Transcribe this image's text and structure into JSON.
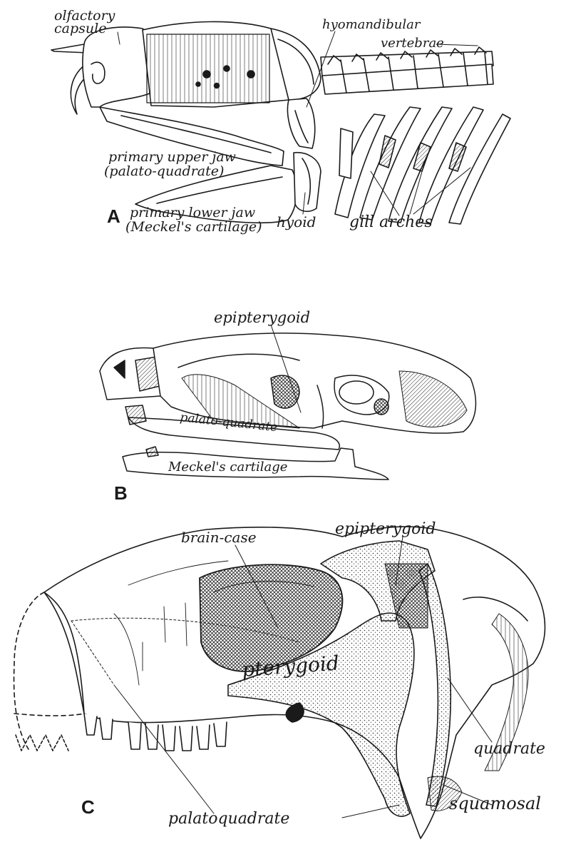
{
  "panels": {
    "a": {
      "letter": "A",
      "labels": {
        "olfactory_line1": "olfactory",
        "olfactory_line2": "capsule",
        "hyomandibular": "hyomandibular",
        "vertebrae": "vertebrae",
        "upper_jaw_line1": "primary upper jaw",
        "upper_jaw_line2": "(palato-quadrate)",
        "lower_jaw_line1": "primary lower jaw",
        "lower_jaw_line2": "(Meckel's cartilage)",
        "hyoid": "hyoid",
        "gill_arches": "gill arches"
      }
    },
    "b": {
      "letter": "B",
      "labels": {
        "epipterygoid": "epipterygoid",
        "palato_quadrate": "palato-quadrate",
        "meckels": "Meckel's cartilage"
      }
    },
    "c": {
      "letter": "C",
      "labels": {
        "brain_case": "brain-case",
        "epipterygoid": "epipterygoid",
        "pterygoid": "pterygoid",
        "quadrate": "quadrate",
        "squamosal": "squamosal",
        "palatoquadrate": "palatoquadrate"
      }
    }
  },
  "colors": {
    "ink": "#1a1a1a",
    "paper": "#ffffff",
    "shade": "#d8d8d8",
    "dark": "#3a3a3a"
  }
}
